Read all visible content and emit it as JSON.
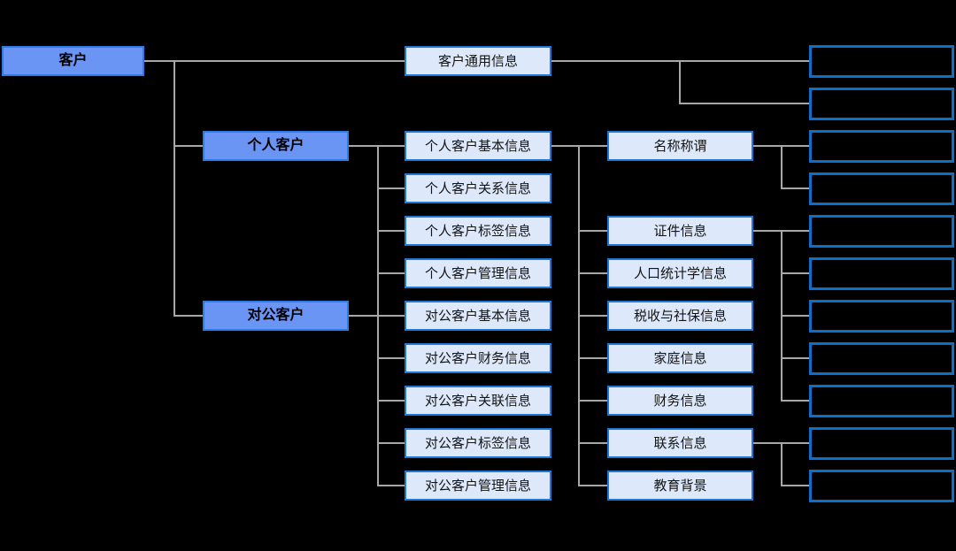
{
  "colors": {
    "background": "#000000",
    "strong_node_fill": "#6a95f5",
    "strong_node_border": "#2b7be8",
    "light_node_fill": "#dde9fb",
    "light_node_border": "#1e78d7",
    "empty_node_border": "#0d6fc8",
    "connector_line": "#a8a8a8"
  },
  "tree": {
    "root": "客户",
    "general_info": "客户通用信息",
    "customer_types": [
      "个人客户",
      "对公客户"
    ],
    "info_groups": [
      "个人客户基本信息",
      "个人客户关系信息",
      "个人客户标签信息",
      "个人客户管理信息",
      "对公客户基本信息",
      "对公客户财务信息",
      "对公客户关联信息",
      "对公客户标签信息",
      "对公客户管理信息"
    ],
    "personal_basic_details": [
      "名称称谓",
      "证件信息",
      "人口统计学信息",
      "税收与社保信息",
      "家庭信息",
      "财务信息",
      "联系信息",
      "教育背景"
    ],
    "empty_leaf_node_count": 11
  }
}
